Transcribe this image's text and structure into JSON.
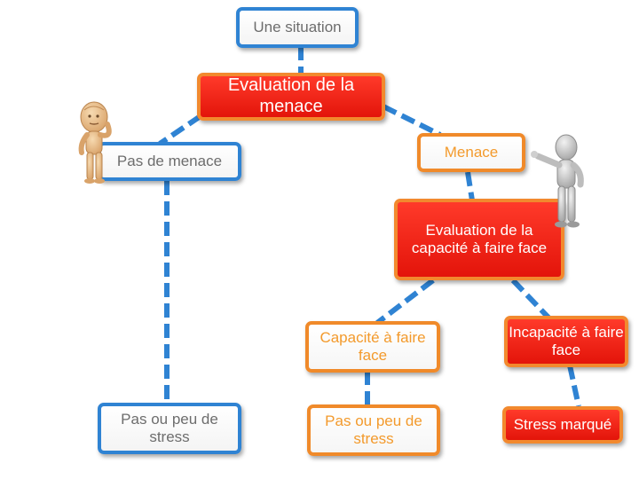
{
  "diagram": {
    "nodes": {
      "situation": "Une situation",
      "evaluation_menace": "Evaluation de la menace",
      "pas_de_menace": "Pas de menace",
      "menace": "Menace",
      "evaluation_capacite": "Evaluation de la capacité à faire face",
      "capacite": "Capacité à faire face",
      "incapacite": "Incapacité à faire face",
      "pas_stress_left": "Pas ou peu de stress",
      "pas_stress_mid": "Pas ou peu de stress",
      "stress_marque": "Stress marqué"
    },
    "edges": [
      [
        "situation",
        "evaluation_menace"
      ],
      [
        "evaluation_menace",
        "pas_de_menace"
      ],
      [
        "evaluation_menace",
        "menace"
      ],
      [
        "menace",
        "evaluation_capacite"
      ],
      [
        "evaluation_capacite",
        "capacite"
      ],
      [
        "evaluation_capacite",
        "incapacite"
      ],
      [
        "pas_de_menace",
        "pas_stress_left"
      ],
      [
        "capacite",
        "pas_stress_mid"
      ],
      [
        "incapacite",
        "stress_marque"
      ]
    ],
    "colors": {
      "connector": "#2f83d3",
      "blue_border": "#2f83d3",
      "orange_border": "#f08a2a",
      "red_fill": "#ee1c10"
    },
    "figures": [
      "thinking-figure-icon",
      "pointing-figure-icon"
    ]
  }
}
